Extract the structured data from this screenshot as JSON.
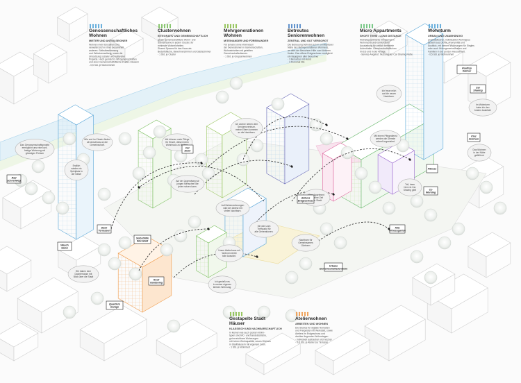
{
  "categories": [
    {
      "id": "genossen",
      "title": "Genossenschaftliches Wohnen",
      "subtitle": "MIETER UND ANTEILSEIGNER",
      "lines": [
        "Wohnen mehr Einzelheit und",
        "verwaltet sich in ihrer Gesamtheit",
        "anderen: Selbstbestimmung",
        "und Selbstverwaltung, sowie die",
        "Umsetzung sozialer und kultureller",
        "Projekte. Hoch gemischt, mit Gemeinschaften",
        "und einer Gemeinschaftsfläche in allen Häusern",
        "- 0,5 Std. je Wohneinheit"
      ],
      "color": "#5aa7d8"
    },
    {
      "id": "cluster",
      "title": "Clusterwohnen",
      "subtitle": "INTEGRATIV UND GEMEINSCHAFTLICH",
      "lines": [
        "große gemeinschaftliche Wohn- und",
        "Sanitärräume in jedem Cluster, für",
        "minimale Wohneinheiten.",
        "Shared Spaces für das Haus als",
        "Bedarfsfläche, Bewohnerzimmer und Gästezimmer",
        "- 1 Std. je Cluster"
      ],
      "color": "#7cc060"
    },
    {
      "id": "mehrgen",
      "title": "Mehrgenerationen Wohnen",
      "subtitle": "MITEINANDER UND FÜREINANDER",
      "lines": [
        "Für jemand ohne Wohnraum",
        "der Generationen in Gemeinschaften,",
        "Wohneinheiten mit geteilten",
        "Gemeinschaftsräumen.",
        "- 1 Std. je Gruppenwohnen"
      ],
      "color": "#8cbf4e"
    },
    {
      "id": "senioren",
      "title": "Betreutes Seniorenwohnen",
      "subtitle": "ZENTRAL UND GUT VERSORGT",
      "lines": [
        "Die Betreuung befindet sich in unmittelbarer",
        "Nähe des Mehrgenerationen Wohnens,",
        "an dem der Bewohner Hilfe zum Wohnen",
        "finden. Das offene Erdgeschoss ermöglicht",
        "ein Begegnen aller Bewohner",
        "- 3 Besucher mit Hund",
        "- 3 Personal Std."
      ],
      "color": "#4f86c6"
    },
    {
      "id": "micro",
      "title": "Micro Appartments",
      "subtitle": "SHORT TERM - LONG DISTANCE",
      "lines": [
        "Kleinstappartments mit geringem",
        "Wohnraum und komfortabler",
        "Ausstattung für zeitlich befristete",
        "Aufenthalte. Gemeinschaftsflächen",
        "im EG und in der Anlage.",
        "- Service-Angebot: Nutzung der Car Sharing Flotte"
      ],
      "color": "#6ac27a"
    },
    {
      "id": "turm",
      "title": "Wohnturm",
      "subtitle": "URBAN UND UNABHÄNGIG",
      "lines": [
        "großstädtischer, individueller Wohntypus",
        "gestellt aus Dichte, Anonymität und",
        "Ausblick, mit kleinen Wohnungen für Singles",
        "oder auch Wohngemeinschaften und",
        "Familien in der großen Hauseinheit.",
        "- 0,5 Std. je Wohneinheit"
      ],
      "color": "#5aa7d8"
    },
    {
      "id": "stadthaus",
      "title": "Gestapelte Stadt Häuser",
      "subtitle": "KLASSISCH UND NACHBARSCHAFTLICH",
      "lines": [
        "In kleinen wie auch großen Wohn-",
        "typen sind MC- und handelsübliche,",
        "gut erreichbare Wohnungen",
        "mit hohen Wohnqualität, neues Wohnen",
        "in Stadthäusern mit eigenem Grün.",
        "- 1 Std. je Wohnheit"
      ],
      "color": "#8cbf4e"
    },
    {
      "id": "atelier",
      "title": "Atelierwohnen",
      "subtitle": "ARBEITEN UND WOHNEN",
      "lines": [
        "Die Studios für digitale Nomaden",
        "und Freigeister mit Werkstatt, sowie",
        "Ateliers im Erdgeschoss und",
        "darüber liegenden Wohnetagen",
        "- individuell ausbaubar und nutzbar",
        "- 0,5 Std. je Atelier zur Terrasse"
      ],
      "color": "#ef9a4a"
    }
  ],
  "bubbles": [
    {
      "text": [
        "Das Genossenschaftsprojekt",
        "ermöglicht uns eine kurz-",
        "fristige Wohnung mit",
        "günstigen Preisen"
      ]
    },
    {
      "text": [
        "Wie und im Cluster finden",
        "wir Anschluss an die",
        "Gemeinschaft."
      ]
    },
    {
      "text": [
        "Endlich",
        "wieder ein",
        "Spielplatz in",
        "der Nähe!"
      ]
    },
    {
      "text": [
        "Wir können mein Pflege",
        "für Einzel, diesen beim",
        "Wohnhaus zu bleiben."
      ]
    },
    {
      "text": [
        "Auf der Jugendweg wir",
        "jungen Menschen die",
        "jeder nutzen kann."
      ]
    },
    {
      "text": [
        "Ich wohne neben dem",
        "Seniorenzentrum,",
        "meine Eltern kommen",
        "so die Nachbarn."
      ]
    },
    {
      "text": [
        "Auf Nebenwohnungen",
        "wird der Abend mit",
        "vielen Nachbarn."
      ]
    },
    {
      "text": [
        "Sie wird zum",
        "Treffpunkt für",
        "alle Generationen."
      ]
    },
    {
      "text": [
        "Ich freue mich",
        "auf die neuen",
        "Nachbarn."
      ]
    },
    {
      "text": [
        "Mit einem Pflegedienst",
        "werden die Dienste",
        "schnell organisiert."
      ]
    },
    {
      "text": [
        "Wir haben eine",
        "Dachterrasse mit",
        "Blick über die Stadt"
      ]
    },
    {
      "text": [
        "Unser Atelierhaus mit",
        "Wohnen bietet",
        "tolle Aussicht."
      ]
    },
    {
      "text": [
        "Ich genieße es",
        "in meiner eigenen",
        "kleinen Wohnung."
      ]
    },
    {
      "text": [
        "Micro Apartment",
        "für meine Zeit",
        "in der Stadt."
      ]
    },
    {
      "text": [
        "Toll, dass",
        "hier ein Car",
        "Sharing gibt!"
      ]
    },
    {
      "text": [
        "Im Wohnturm",
        "habe ich den",
        "besten Ausblick!"
      ]
    },
    {
      "text": [
        "Nachbarn für",
        "Gemeinsames",
        "Gärtnern"
      ]
    },
    {
      "text": [
        "Das Wohnen",
        "in der Nähe",
        "gefällt mir"
      ]
    }
  ],
  "labels": {
    "rooftop": "Rooftop Dächer",
    "carsharing": "Car Sharing",
    "fitness": "Fitness",
    "kita": "Kita Fitnessgarten",
    "coworking": "Co Working",
    "aktiv": "Aktives Erdgeschoss",
    "gemeinschaft": "Urbane Gemeinschaftsbereiche",
    "roofgarden": "Roof Gardening",
    "selbsthilfe": "Selbsthilfe Werkstatt",
    "dach": "Dach Terrassen",
    "quartier": "Quartiers Garage",
    "waschsalon": "Wasch Salon",
    "rad": "Rad schnellweg",
    "kiez": "Kiez Zentrum",
    "fuer": "Für Dich!"
  },
  "colors": {
    "blue": "#5aa7d8",
    "green": "#7cc060",
    "orange": "#ef9a4a",
    "purple": "#9c6bd0",
    "pink": "#e06aa0",
    "red": "#d9534f",
    "road": "#e8e8e8"
  }
}
